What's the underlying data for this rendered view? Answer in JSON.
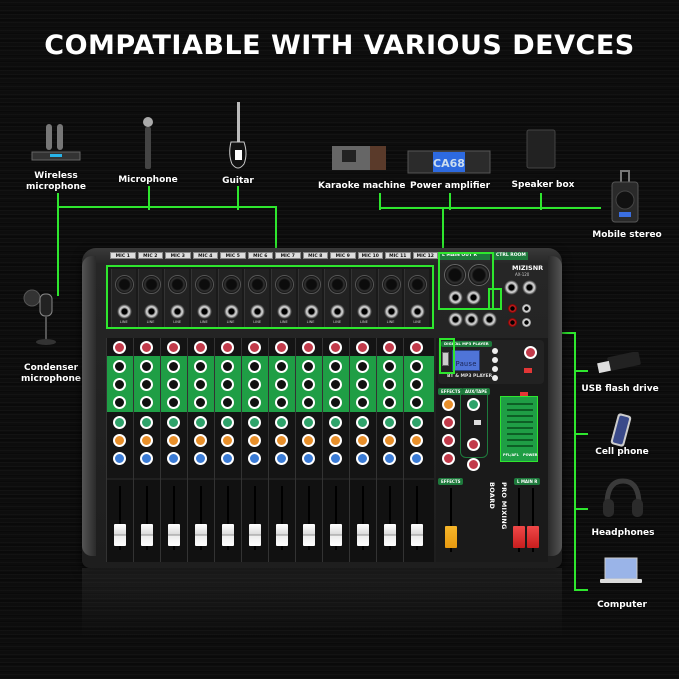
{
  "title": "COMPATIABLE WITH VARIOUS DEVCES",
  "colors": {
    "connector_line": "#2ee62e",
    "background": "#0d0d0d",
    "eq_band": "#1f9e45",
    "fader_effects": "#f0a818",
    "fader_main": "#e23636"
  },
  "devices": {
    "wireless_microphone": {
      "label_line1": "Wireless",
      "label_line2": "microphone",
      "icon": "wireless-mic-icon"
    },
    "microphone": {
      "label": "Microphone",
      "icon": "microphone-icon"
    },
    "guitar": {
      "label": "Guitar",
      "icon": "guitar-icon"
    },
    "karaoke_machine": {
      "label": "Karaoke machine",
      "icon": "karaoke-icon"
    },
    "power_amplifier": {
      "label": "Power amplifier",
      "icon": "amplifier-icon"
    },
    "speaker_box": {
      "label": "Speaker box",
      "icon": "speaker-icon"
    },
    "mobile_stereo": {
      "label": "Mobile stereo",
      "icon": "mobile-stereo-icon"
    },
    "condenser_microphone": {
      "label_line1": "Condenser",
      "label_line2": "microphone",
      "icon": "condenser-mic-icon"
    },
    "usb_flash_drive": {
      "label": "USB flash drive",
      "icon": "usb-icon"
    },
    "cell_phone": {
      "label": "Cell phone",
      "icon": "phone-icon"
    },
    "headphones": {
      "label": "Headphones",
      "icon": "headphones-icon"
    },
    "computer": {
      "label": "Computer",
      "icon": "laptop-icon"
    }
  },
  "mixer": {
    "channels": [
      "MIC 1",
      "MIC 2",
      "MIC 3",
      "MIC 4",
      "MIC 5",
      "MIC 6",
      "MIC 7",
      "MIC 8",
      "MIC 9",
      "MIC 10",
      "MIC 11",
      "MIC 12"
    ],
    "line_label": "LINE",
    "main_out_label": "L  MAIN OUT R",
    "ctrl_room_label": "CTRL ROOM",
    "brand": "MIZISNR",
    "model": "AX-120",
    "mp3_header": "DIGITAL MP3 PLAYER",
    "lcd_text": "Pause",
    "mp3_sub": "BT & MP3 PLAYER",
    "effects_label": "EFFECTS",
    "aux_tape_label": "AUX/TAPE",
    "pfl_label": "PFL/AFL",
    "power_label": "POWER",
    "main_fader_label": "L  MAIN  R",
    "side_text": "PRO MIXING BOARD"
  }
}
